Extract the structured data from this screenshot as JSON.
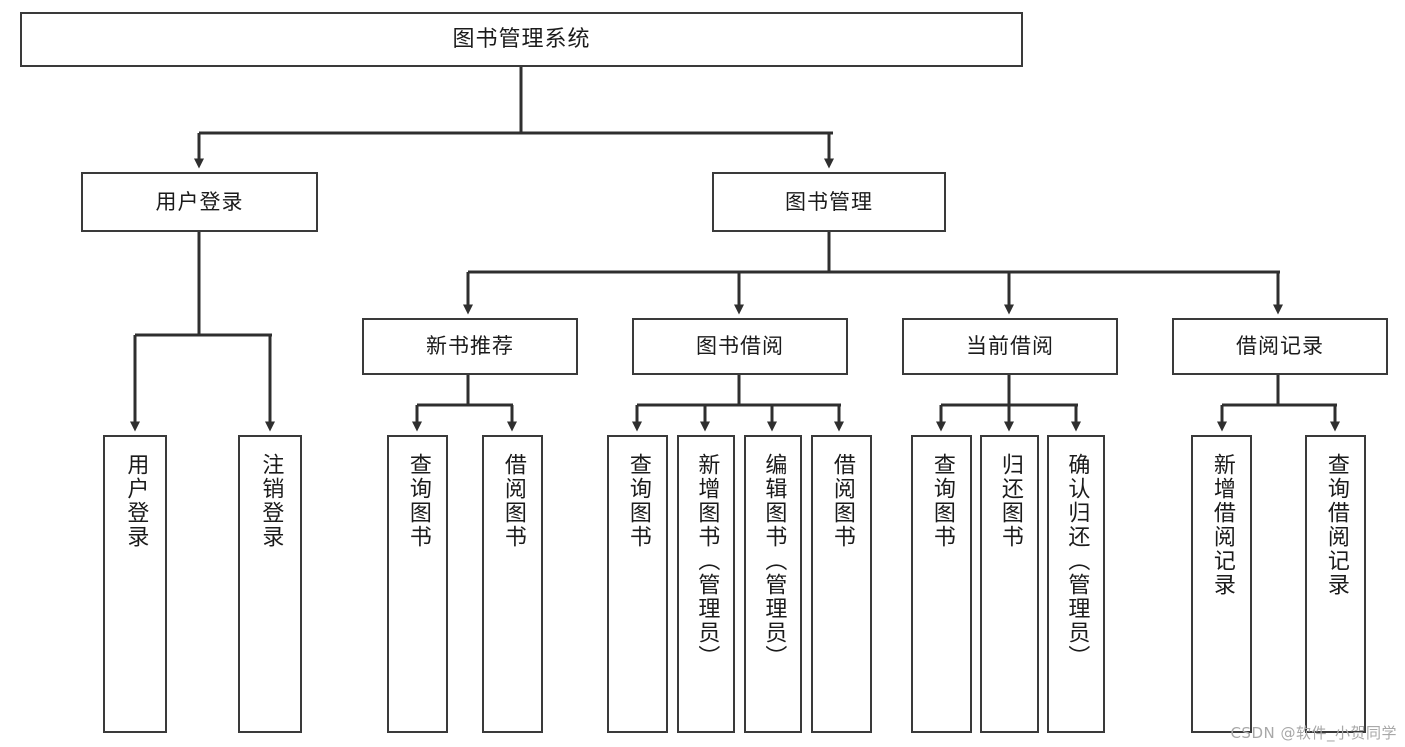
{
  "diagram": {
    "type": "tree",
    "title": "图书管理系统",
    "root": {
      "label": "图书管理系统"
    },
    "level2": [
      {
        "label": "用户登录"
      },
      {
        "label": "图书管理"
      }
    ],
    "level3": [
      {
        "label": "新书推荐"
      },
      {
        "label": "图书借阅"
      },
      {
        "label": "当前借阅"
      },
      {
        "label": "借阅记录"
      }
    ],
    "leaves": {
      "user_login": [
        {
          "label": "用户登录"
        },
        {
          "label": "注销登录"
        }
      ],
      "new_book": [
        {
          "label": "查询图书"
        },
        {
          "label": "借阅图书"
        }
      ],
      "book_borrow": [
        {
          "label": "查询图书"
        },
        {
          "label": "新增图书（管理员）"
        },
        {
          "label": "编辑图书（管理员）"
        },
        {
          "label": "借阅图书"
        }
      ],
      "current_borrow": [
        {
          "label": "查询图书"
        },
        {
          "label": "归还图书"
        },
        {
          "label": "确认归还（管理员）"
        }
      ],
      "borrow_record": [
        {
          "label": "新增借阅记录"
        },
        {
          "label": "查询借阅记录"
        }
      ]
    }
  },
  "watermark": {
    "text": "CSDN @软件_小贺同学"
  },
  "colors": {
    "stroke": "#3a3a3a",
    "background": "#ffffff",
    "text": "#1b1b1b",
    "watermark": "#a8a8a8"
  }
}
